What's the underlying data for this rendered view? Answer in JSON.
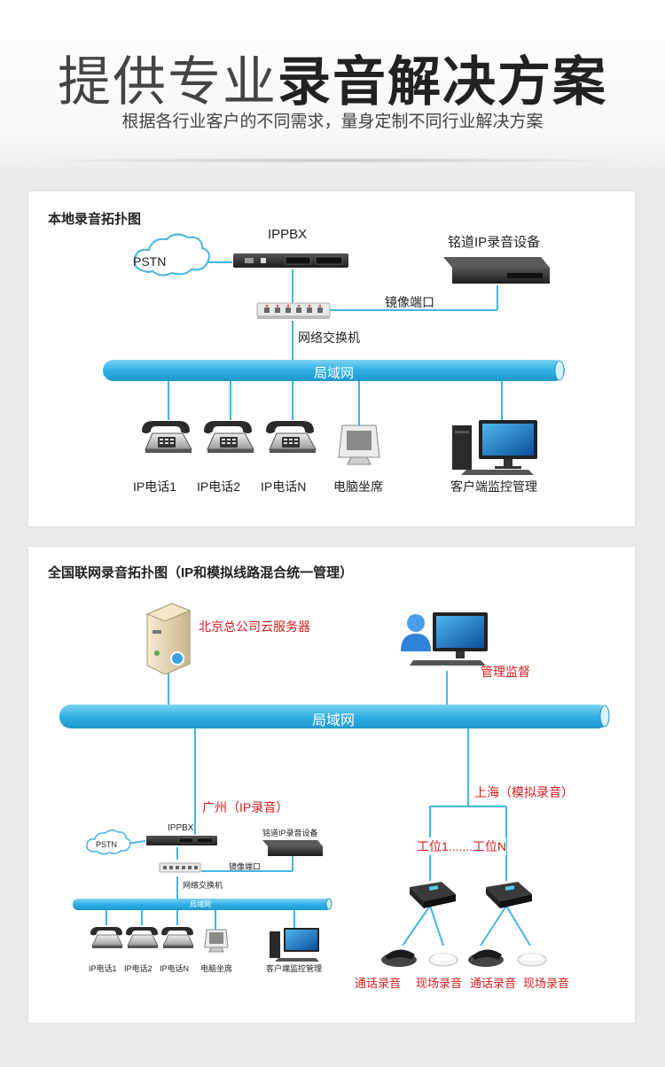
{
  "header": {
    "title_light": "提供专业",
    "title_bold": "录音解决方案",
    "subtitle": "根据各行业客户的不同需求，量身定制不同行业解决方案"
  },
  "local_topology": {
    "title": "本地录音拓扑图",
    "pstn": "PSTN",
    "ippbx": "IPPBX",
    "recorder": "铭道IP录音设备",
    "mirror_port": "镜像端口",
    "switch": "网络交换机",
    "lan": "局域网",
    "endpoints": [
      "IP电话1",
      "IP电话2",
      "IP电话N",
      "电脑坐席",
      "客户端监控管理"
    ]
  },
  "national_topology": {
    "title": "全国联网录音拓扑图（IP和模拟线路混合统一管理）",
    "beijing_server": "北京总公司云服务器",
    "management": "管理监督",
    "lan": "局域网",
    "guangzhou": "广州（IP录音）",
    "shanghai": "上海（模拟录音）",
    "workstations": "工位1.......工位N",
    "mini": {
      "pstn": "PSTN",
      "ippbx": "IPPBX",
      "recorder": "铭道IP录音设备",
      "mirror_port": "镜像端口",
      "switch": "网络交换机",
      "lan": "局域网",
      "endpoints": [
        "IP电话1",
        "IP电话2",
        "IP电话N",
        "电脑坐席",
        "客户端监控管理"
      ]
    },
    "recordings": [
      "通话录音",
      "现场录音",
      "通话录音",
      "现场录音"
    ]
  },
  "colors": {
    "pipe": "#3ab6e6",
    "line": "#45b4e0",
    "accent_red": "#d61c1c"
  }
}
